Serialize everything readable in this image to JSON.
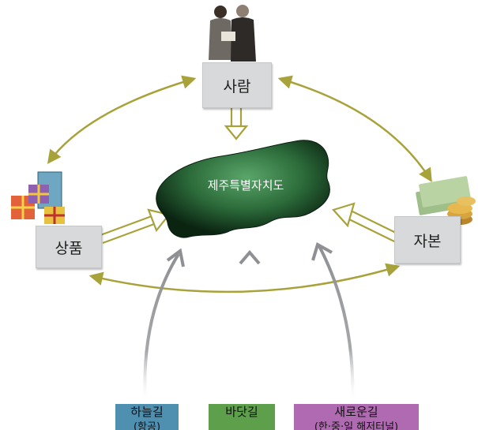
{
  "center": {
    "label": "제주특별자치도"
  },
  "nodes": {
    "people": {
      "label": "사람",
      "icon": "businesspeople-icon"
    },
    "goods": {
      "label": "상품",
      "icon": "gift-boxes-icon"
    },
    "capital": {
      "label": "자본",
      "icon": "money-coins-icon"
    }
  },
  "paths": [
    {
      "label": "하늘길",
      "sub": "(항공)",
      "color": "#4f8fb0"
    },
    {
      "label": "바닷길",
      "sub": "",
      "color": "#5d9f4a"
    },
    {
      "label": "새로운길",
      "sub": "(한·중·일 해저터널)",
      "color": "#b06ab1"
    }
  ],
  "colors": {
    "cycle_arrow": "#a8a23a",
    "island_dark": "#0f3a1c",
    "island_light": "#4f9a5e",
    "node_box": "#d8d9da",
    "double_arrow": "#a8a23a",
    "path_arrow": "#9c9da1"
  }
}
